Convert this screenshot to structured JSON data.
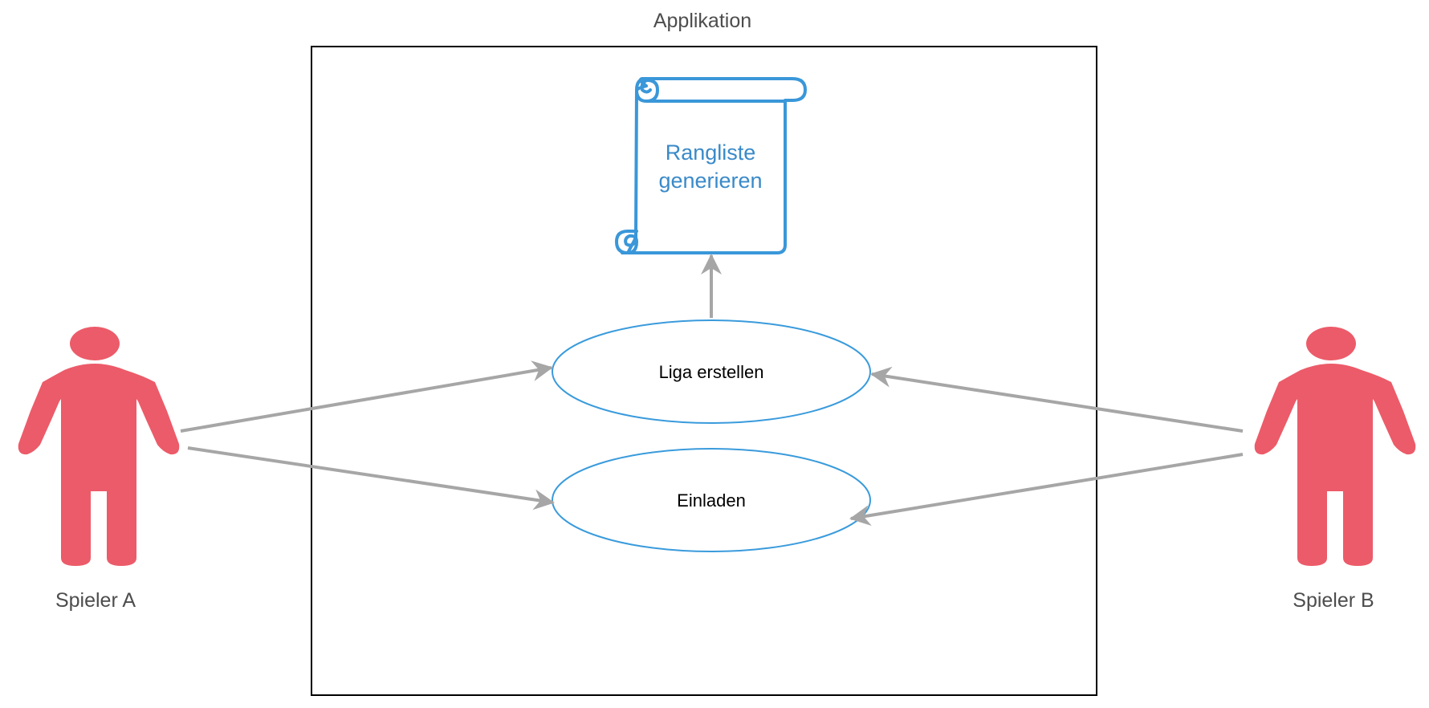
{
  "diagram": {
    "system_title": "Applikation",
    "actors": {
      "a": {
        "name": "Spieler A"
      },
      "b": {
        "name": "Spieler B"
      }
    },
    "use_cases": {
      "liga": {
        "label": "Liga erstellen"
      },
      "einladen": {
        "label": "Einladen"
      }
    },
    "scroll": {
      "line1": "Rangliste",
      "line2": "generieren"
    },
    "colors": {
      "actor": "#ec5b69",
      "use_case_border": "#3a9bdc",
      "scroll_stroke": "#3a97d9",
      "scroll_text": "#3a8ac9",
      "arrow": "#a6a6a6",
      "system_border": "#000000"
    }
  }
}
